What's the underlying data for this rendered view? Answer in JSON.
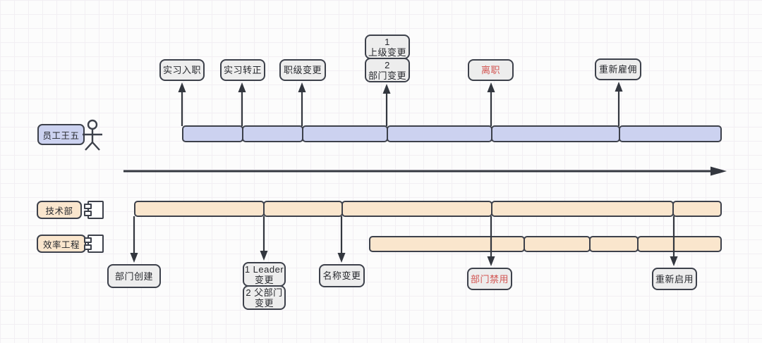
{
  "diagram": {
    "title_hint": "employee-and-department-lifecycle-timeline",
    "colors": {
      "employee_bar": "#ccd2f0",
      "department_bar": "#fae6cd",
      "event_box": "#ededed",
      "stroke": "#3d414b",
      "alert_text": "#d25451"
    },
    "employee": {
      "name": "员工王五",
      "events": {
        "intern_onboard": "实习入职",
        "intern_convert": "实习转正",
        "level_change": "职级变更",
        "stack_first_num": "1",
        "stack_first_label": "上级变更",
        "stack_second_num": "2",
        "stack_second_label": "部门变更",
        "resign": "离职",
        "rehire": "重新雇佣"
      }
    },
    "departments": {
      "tech_name": "技术部",
      "efficiency_name": "效率工程",
      "events": {
        "create": "部门创建",
        "leader_change_line1": "1 Leader",
        "leader_change_line2": "变更",
        "parent_change_line1": "2 父部门",
        "parent_change_line2": "变更",
        "rename": "名称变更",
        "disable": "部门禁用",
        "enable": "重新启用"
      }
    }
  }
}
